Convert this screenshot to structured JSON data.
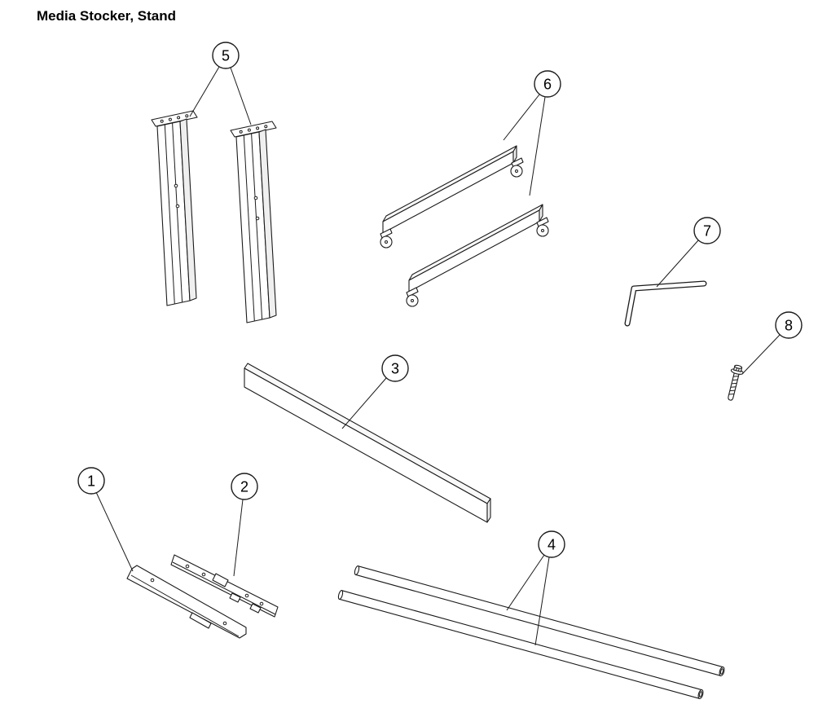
{
  "title": "Media Stocker, Stand",
  "callouts": [
    {
      "label": "1"
    },
    {
      "label": "2"
    },
    {
      "label": "3"
    },
    {
      "label": "4"
    },
    {
      "label": "5"
    },
    {
      "label": "6"
    },
    {
      "label": "7"
    },
    {
      "label": "8"
    }
  ]
}
